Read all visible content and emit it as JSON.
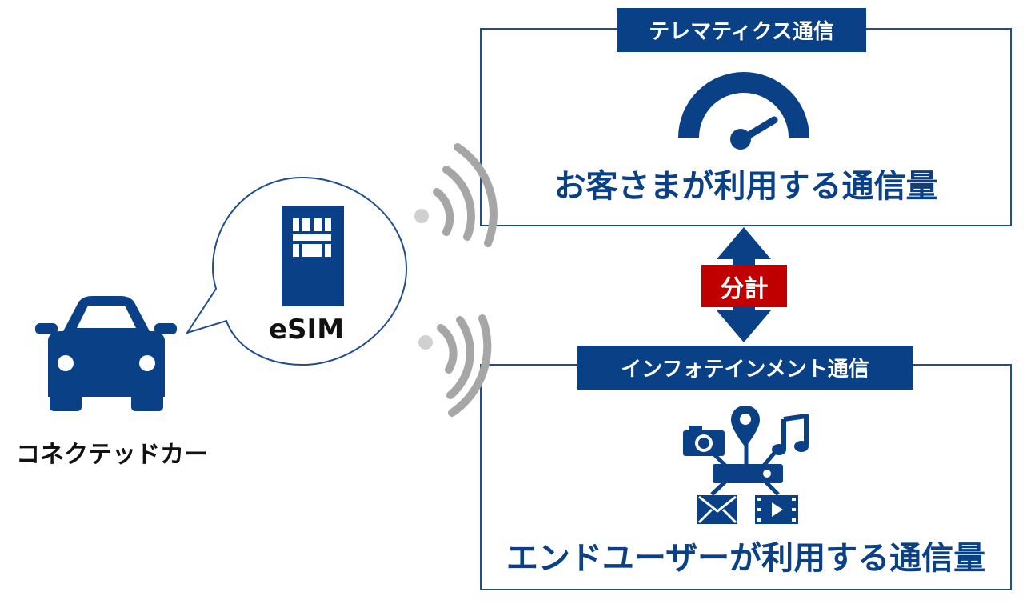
{
  "telematics": {
    "tab_label": "テレマティクス通信",
    "usage_label": "お客さまが利用する通信量"
  },
  "infotainment": {
    "tab_label": "インフォテインメント通信",
    "usage_label": "エンドユーザーが利用する通信量"
  },
  "split_label": "分計",
  "esim_label": "eSIM",
  "car_label": "コネクテッドカー",
  "colors": {
    "navy": "#0a4085",
    "frame": "#1f4e8c",
    "red": "#c00000",
    "gray": "#a6a6a6"
  },
  "icons": [
    "car-icon",
    "sim-card-icon",
    "wireless-signal-icon",
    "speedometer-icon",
    "double-arrow-icon",
    "camera-icon",
    "location-pin-icon",
    "music-note-icon",
    "mail-icon",
    "video-icon",
    "media-hub-icon"
  ]
}
